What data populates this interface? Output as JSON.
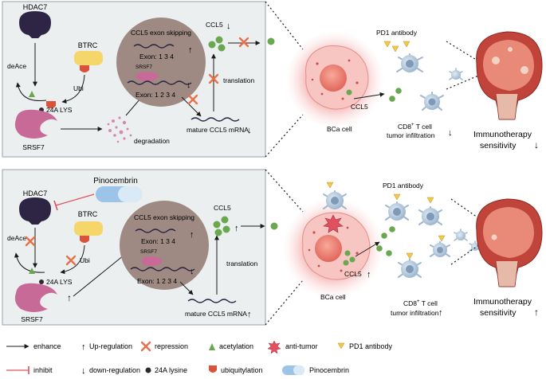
{
  "top": {
    "hdac7": "HDAC7",
    "btrc": "BTRC",
    "deace": "deAce",
    "ubi": "Ubi",
    "lys": "24A LYS",
    "srsf7": "SRSF7",
    "degradation": "degradation",
    "exon_skipping": "CCL5 exon skipping",
    "exon_short": "Exon: 1 3 4",
    "srsf7_small": "SRSF7",
    "exon_full": "Exon: 1 2 3 4",
    "mature_mrna": "mature CCL5 mRNA",
    "translation": "translation",
    "ccl5": "CCL5",
    "pd1_antibody": "PD1 antibody",
    "bca_cell": "BCa cell",
    "ccl5_cell": "CCL5",
    "cd8_line1": "CD8",
    "cd8_sup": "+",
    "cd8_line1b": " T cell",
    "cd8_line2": "tumor infiltration",
    "immuno_line1": "Immunotherapy",
    "immuno_line2": "sensitivity"
  },
  "bottom": {
    "pinocembrin": "Pinocembrin",
    "hdac7": "HDAC7",
    "btrc": "BTRC",
    "deace": "deAce",
    "ubi": "Ubi",
    "lys": "24A LYS",
    "srsf7": "SRSF7",
    "exon_skipping": "CCL5 exon skipping",
    "exon_short": "Exon: 1 3 4",
    "srsf7_small": "SRSF7",
    "exon_full": "Exon: 1 2 3 4",
    "mature_mrna": "mature CCL5 mRNA",
    "translation": "translation",
    "ccl5": "CCL5",
    "pd1_antibody": "PD1 antibody",
    "bca_cell": "BCa cell",
    "ccl5_cell": "CCL5",
    "cd8_line1": "CD8",
    "cd8_sup": "+",
    "cd8_line1b": " T cell",
    "cd8_line2": "tumor infiltration",
    "immuno_line1": "Immunotherapy",
    "immuno_line2": "sensitivity"
  },
  "legend": {
    "enhance": "enhance",
    "up_regulation": "Up-regulation",
    "repression": "repression",
    "acetylation": "acetylation",
    "anti_tumor": "anti-tumor",
    "pd1_antibody": "PD1 antibody",
    "inhibit": "inhibit",
    "down_regulation": "down-regulation",
    "lysine": "24A lysine",
    "ubiquitylation": "ubiquitylation",
    "pinocembrin": "Pinocembrin"
  },
  "arrows": {
    "up": "↑",
    "down": "↓"
  },
  "colors": {
    "panel_bg": "#eceff0",
    "hdac7": "#2e2444",
    "btrc": "#f4d66a",
    "srsf7": "#c86a97",
    "circle": "#9e8a82",
    "green": "#6aa84f",
    "repression": "#e8704a",
    "inhibit": "#e0505e",
    "ubiquitin": "#d9533a",
    "tcell": "#b9cde0",
    "antibody": "#f2c84b",
    "pinocembrin": "#9cc4e8"
  }
}
